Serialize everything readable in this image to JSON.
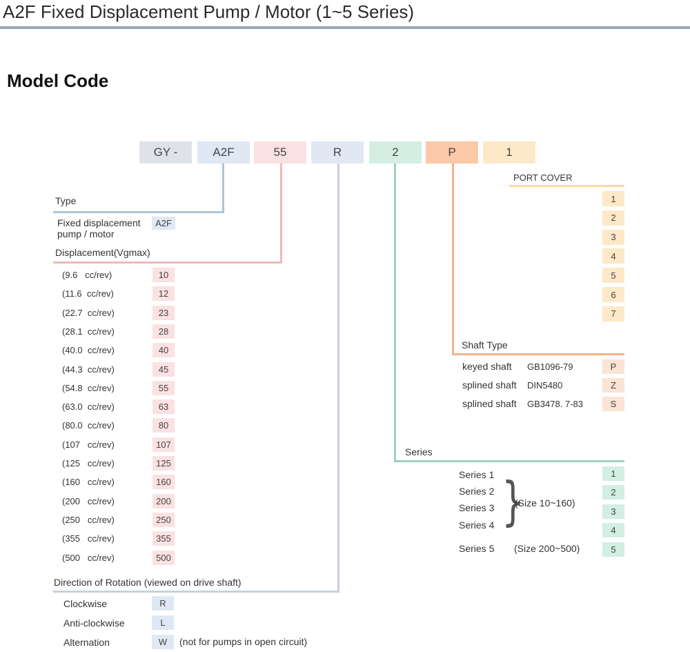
{
  "title": "A2F Fixed Displacement Pump / Motor (1~5 Series)",
  "section_title": "Model Code",
  "code_boxes": [
    {
      "text": "GY -",
      "color": "#dfe3e9"
    },
    {
      "text": "A2F",
      "color": "#dfe8f4"
    },
    {
      "text": "55",
      "color": "#fbe1e2"
    },
    {
      "text": "R",
      "color": "#e2e8f3"
    },
    {
      "text": "2",
      "color": "#d4eee3"
    },
    {
      "text": "P",
      "color": "#fbc8a8"
    },
    {
      "text": "1",
      "color": "#fde8c8"
    }
  ],
  "type": {
    "heading": "Type",
    "desc_line1": "Fixed displacement",
    "desc_line2": "pump / motor",
    "code": "A2F"
  },
  "displacement": {
    "heading": "Displacement(Vgmax)",
    "rows": [
      {
        "label": "(9.6   cc/rev)",
        "code": "10"
      },
      {
        "label": "(11.6  cc/rev)",
        "code": "12"
      },
      {
        "label": "(22.7  cc/rev)",
        "code": "23"
      },
      {
        "label": "(28.1  cc/rev)",
        "code": "28"
      },
      {
        "label": "(40.0  cc/rev)",
        "code": "40"
      },
      {
        "label": "(44.3  cc/rev)",
        "code": "45"
      },
      {
        "label": "(54.8  cc/rev)",
        "code": "55"
      },
      {
        "label": "(63.0  cc/rev)",
        "code": "63"
      },
      {
        "label": "(80.0  cc/rev)",
        "code": "80"
      },
      {
        "label": "(107   cc/rev)",
        "code": "107"
      },
      {
        "label": "(125   cc/rev)",
        "code": "125"
      },
      {
        "label": "(160   cc/rev)",
        "code": "160"
      },
      {
        "label": "(200   cc/rev)",
        "code": "200"
      },
      {
        "label": "(250   cc/rev)",
        "code": "250"
      },
      {
        "label": "(355   cc/rev)",
        "code": "355"
      },
      {
        "label": "(500   cc/rev)",
        "code": "500"
      }
    ]
  },
  "rotation": {
    "heading": "Direction of Rotation (viewed on drive shaft)",
    "rows": [
      {
        "label": "Clockwise",
        "code": "R",
        "note": ""
      },
      {
        "label": "Anti-clockwise",
        "code": "L",
        "note": ""
      },
      {
        "label": "Alternation",
        "code": "W",
        "note": "(not for pumps in open circuit)"
      }
    ]
  },
  "port_cover": {
    "heading": "PORT COVER",
    "codes": [
      "1",
      "2",
      "3",
      "4",
      "5",
      "6",
      "7"
    ]
  },
  "shaft": {
    "heading": "Shaft Type",
    "rows": [
      {
        "name": "keyed shaft",
        "std": "GB1096-79",
        "code": "P"
      },
      {
        "name": "splined shaft",
        "std": "DIN5480",
        "code": "Z"
      },
      {
        "name": "splined shaft",
        "std": "GB3478. 7-83",
        "code": "S"
      }
    ]
  },
  "series": {
    "heading": "Series",
    "rows": [
      "Series 1",
      "Series 2",
      "Series 3",
      "Series 4",
      "Series 5"
    ],
    "codes": [
      "1",
      "2",
      "3",
      "4",
      "5"
    ],
    "size_small": "(Size  10~160)",
    "size_large": "(Size 200~500)"
  },
  "colors": {
    "type_line": "#a9c6dc",
    "displacement_line": "#eeb9bd",
    "rotation_line": "#c8cfdc",
    "series_line": "#9fd2bd",
    "shaft_line": "#f2b38f",
    "port_line": "#f8d9a8"
  }
}
